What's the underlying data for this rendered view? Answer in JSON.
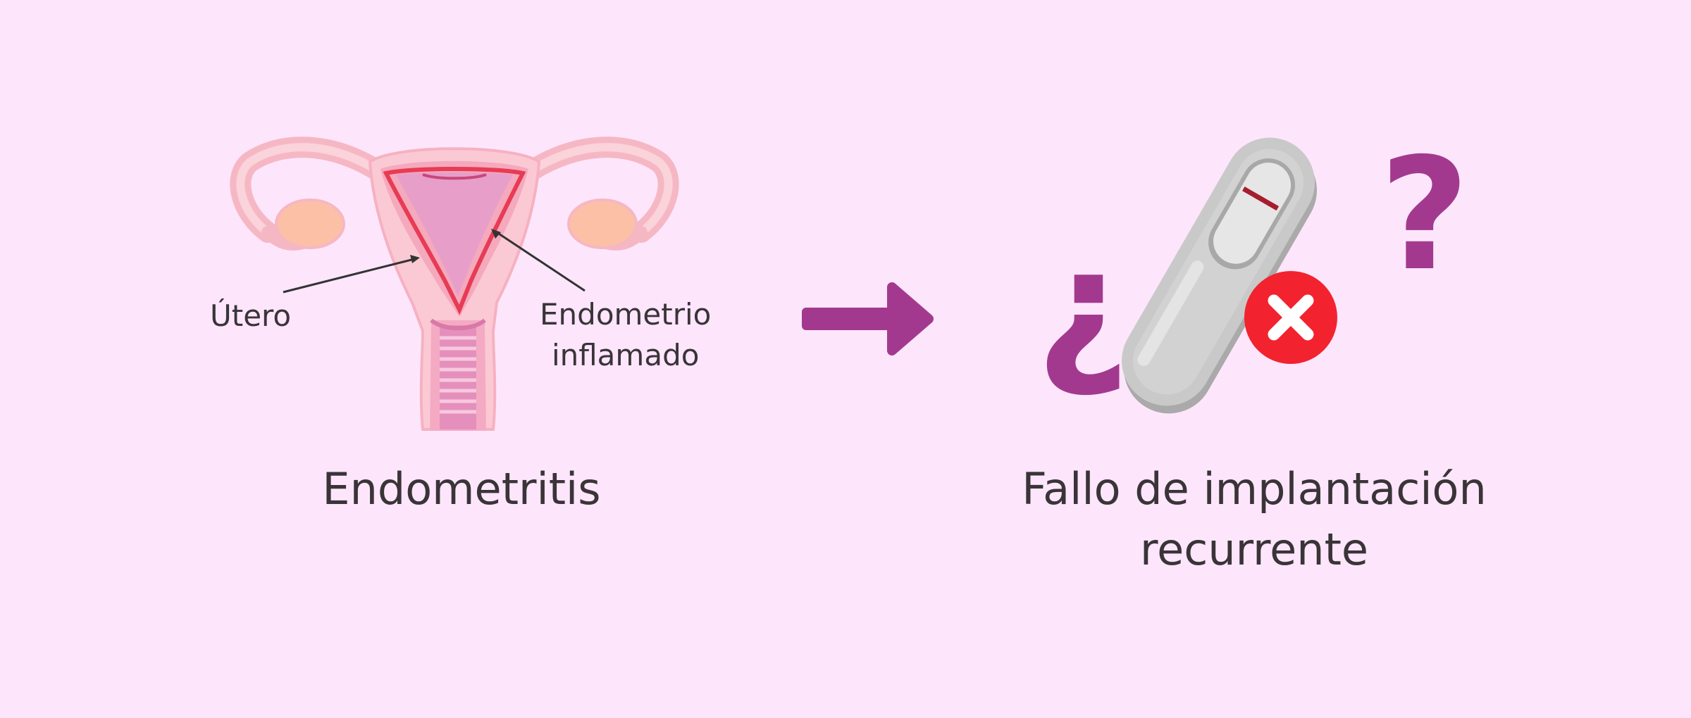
{
  "labels": {
    "utero": "Útero",
    "endometrio_line1": "Endometrio",
    "endometrio_line2": "inflamado",
    "cause": "Endometritis",
    "effect_line1": "Fallo de implantación",
    "effect_line2": "recurrente",
    "open_question": "¿",
    "close_question": "?"
  },
  "colors": {
    "background": "#fde6fb",
    "arrow": "#a3398f",
    "question_marks": "#a3398f",
    "reject_badge": "#f2232f",
    "text": "#3a3438"
  },
  "icons": {
    "arrow": "arrow-right-icon",
    "test": "pregnancy-test-icon",
    "badge": "close-icon",
    "uterus": "uterus-icon"
  }
}
